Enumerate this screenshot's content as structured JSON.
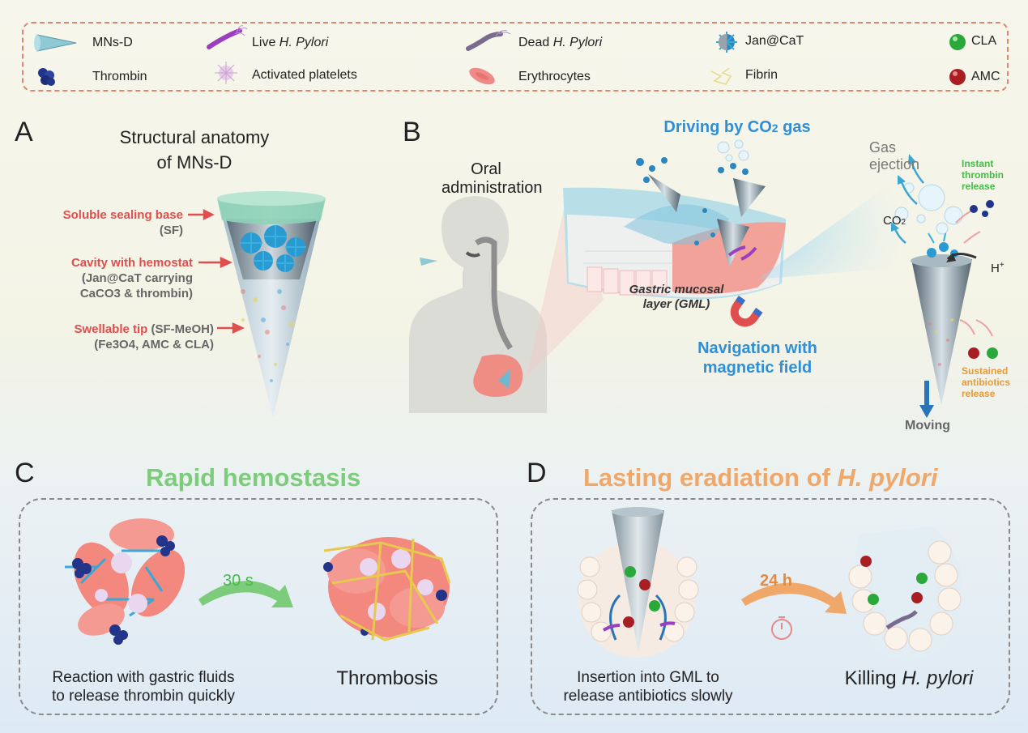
{
  "legend": {
    "items": [
      {
        "label": "MNs-D",
        "icon": "microneedle-icon"
      },
      {
        "label": "Thrombin",
        "icon": "thrombin-icon"
      },
      {
        "label_prefix": "Live ",
        "label_italic": "H. Pylori",
        "icon": "live-bacteria-icon"
      },
      {
        "label": "Activated platelets",
        "icon": "platelet-icon"
      },
      {
        "label_prefix": "Dead ",
        "label_italic": "H. Pylori",
        "icon": "dead-bacteria-icon"
      },
      {
        "label": "Erythrocytes",
        "icon": "erythrocyte-icon"
      },
      {
        "label": "Jan@CaT",
        "icon": "jan-cat-icon"
      },
      {
        "label": "Fibrin",
        "icon": "fibrin-icon"
      },
      {
        "label": "CLA",
        "icon": "cla-sphere-icon",
        "color": "#2aa83a"
      },
      {
        "label": "AMC",
        "icon": "amc-sphere-icon",
        "color": "#a81e22"
      }
    ]
  },
  "panelA": {
    "letter": "A",
    "title_line1": "Structural anatomy",
    "title_line2": "of MNs-D",
    "labels": [
      {
        "red": "Soluble sealing base",
        "grey": "(SF)"
      },
      {
        "red": "Cavity with hemostat",
        "grey1": "(Jan@CaT carrying",
        "grey2": "CaCO3 & thrombin)"
      },
      {
        "red": "Swellable tip",
        "red_suffix": " (SF-MeOH)",
        "grey": "(Fe3O4, AMC & CLA)"
      }
    ]
  },
  "panelB": {
    "letter": "B",
    "oral_line1": "Oral",
    "oral_line2": "administration",
    "driving_prefix": "Driving by CO",
    "driving_sub": "2",
    "driving_suffix": " gas",
    "gml_line1": "Gastric mucosal",
    "gml_line2": "layer (GML)",
    "nav_line1": "Navigation with",
    "nav_line2": "magnetic field",
    "gas_line1": "Gas",
    "gas_line2": "ejection",
    "co2": "CO",
    "co2_sub": "2",
    "hplus": "H",
    "hplus_sup": "+",
    "instant_1": "Instant",
    "instant_2": "thrombin",
    "instant_3": "release",
    "sustained_1": "Sustained",
    "sustained_2": "antibiotics",
    "sustained_3": "release",
    "moving": "Moving"
  },
  "panelC": {
    "letter": "C",
    "title": "Rapid hemostasis",
    "time": "30 s",
    "caption_line1": "Reaction with gastric fluids",
    "caption_line2": "to release thrombin quickly",
    "result": "Thrombosis"
  },
  "panelD": {
    "letter": "D",
    "title_prefix": "Lasting eradiation of ",
    "title_italic": "H. pylori",
    "time": "24 h",
    "caption_line1": "Insertion into GML to",
    "caption_line2": "release antibiotics slowly",
    "result_prefix": "Killing ",
    "result_italic": "H. pylori"
  },
  "colors": {
    "accent_red": "#e04e4e",
    "accent_blue": "#2f8fd6",
    "accent_green": "#7dcc7b",
    "accent_orange": "#f0a86a",
    "thrombin_blue": "#243a8a",
    "jan_cat_blue": "#3aa7d4"
  }
}
